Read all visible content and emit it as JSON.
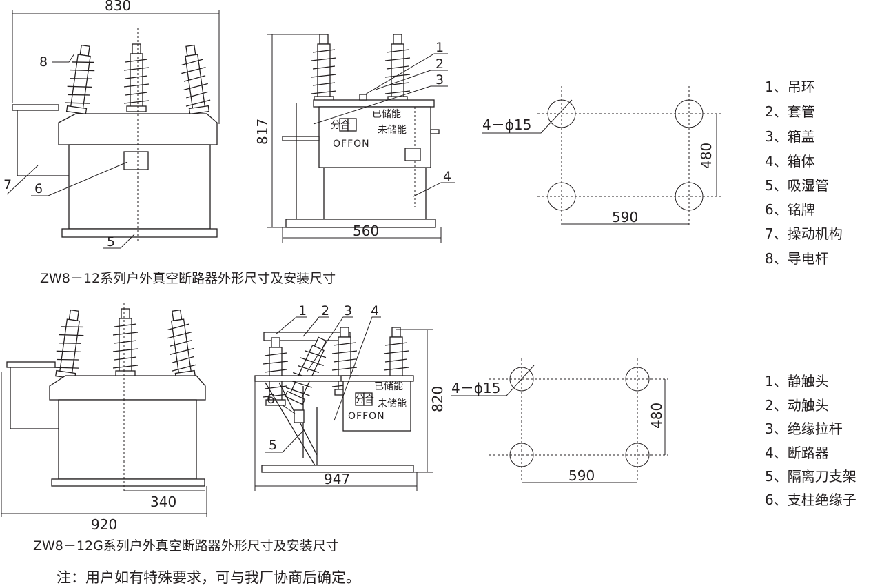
{
  "top": {
    "caption": "ZW8－12系列户外真空断路器外形尺寸及安装尺寸",
    "dims": {
      "width_front": "830",
      "height_side": "817",
      "width_side": "560",
      "hole": "4－ϕ15",
      "hole_v": "480",
      "hole_h": "590"
    },
    "callouts": [
      "1",
      "2",
      "3",
      "4",
      "5",
      "6",
      "7",
      "8"
    ],
    "panel": {
      "stored": "已储能",
      "not_stored": "未储能",
      "open_close": "分合",
      "off_on": "OFFON"
    },
    "legend": [
      "1、吊环",
      "2、套管",
      "3、箱盖",
      "4、箱体",
      "5、吸湿管",
      "6、铭牌",
      "7、操动机构",
      "8、导电杆"
    ]
  },
  "bottom": {
    "caption": "ZW8－12G系列户外真空断路器外形尺寸及安装尺寸",
    "dims": {
      "width_front": "920",
      "offset": "340",
      "height_side": "820",
      "width_side": "947",
      "hole": "4－ϕ15",
      "hole_v": "480",
      "hole_h": "590"
    },
    "callouts": [
      "1",
      "2",
      "3",
      "4",
      "5",
      "6"
    ],
    "panel": {
      "stored": "已储能",
      "not_stored": "未储能",
      "open_close": "分合",
      "off_on": "OFFON"
    },
    "legend": [
      "1、静触头",
      "2、动触头",
      "3、绝缘拉杆",
      "4、断路器",
      "5、隔离刀支架",
      "6、支柱绝缘子"
    ]
  },
  "note": "注：用户如有特殊要求，可与我厂协商后确定。"
}
